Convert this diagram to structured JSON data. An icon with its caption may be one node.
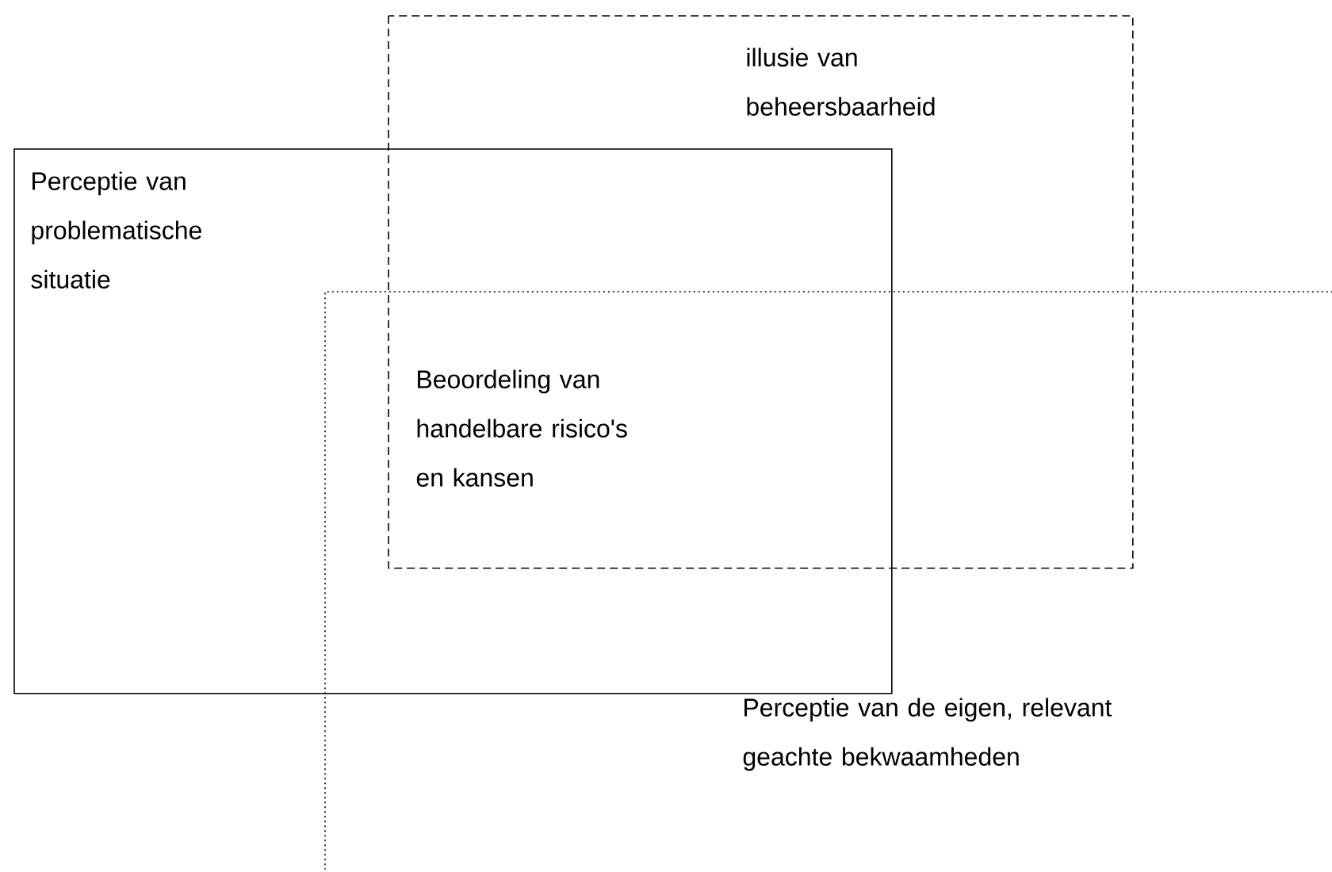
{
  "diagram": {
    "nodes": [
      {
        "text": [
          "Perceptie van problematische situatie"
        ]
      },
      {
        "text": [
          "illusie van beheersbaarheid"
        ]
      },
      {
        "text": [
          "Perceptie van de eigen, relevant geachte bekwaamheden"
        ]
      }
    ],
    "labels": [
      "Beoordeling van handelbare risico's en kansen"
    ]
  }
}
